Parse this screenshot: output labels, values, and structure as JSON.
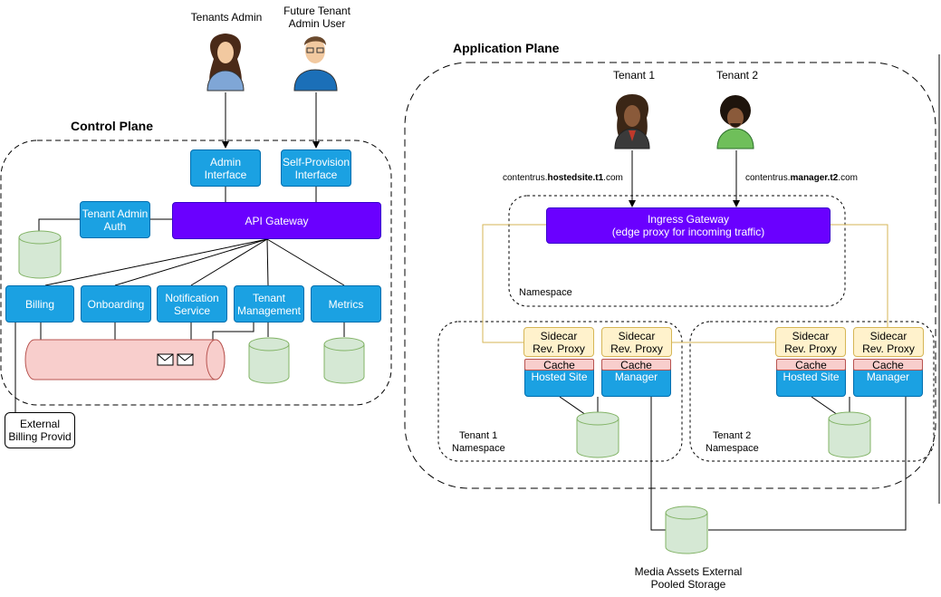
{
  "actors": {
    "tenants_admin": "Tenants Admin",
    "future_admin_line1": "Future Tenant",
    "future_admin_line2": "Admin User",
    "tenant1": "Tenant 1",
    "tenant2": "Tenant 2"
  },
  "control_plane": {
    "title": "Control Plane",
    "admin_interface": [
      "Admin",
      "Interface"
    ],
    "self_provision": [
      "Self-Provision",
      "Interface"
    ],
    "tenant_admin_auth": [
      "Tenant Admin",
      "Auth"
    ],
    "api_gateway": "API Gateway",
    "billing": "Billing",
    "onboarding": "Onboarding",
    "notification": [
      "Notification",
      "Service"
    ],
    "tenant_management": [
      "Tenant",
      "Management"
    ],
    "metrics": "Metrics",
    "external_billing": [
      "External",
      "Billing Provid"
    ]
  },
  "application_plane": {
    "title": "Application Plane",
    "url1_prefix": "contentrus.",
    "url1_bold": "hostedsite.t1",
    "url1_suffix": ".com",
    "url2_prefix": "contentrus.",
    "url2_bold": "manager.t2",
    "url2_suffix": ".com",
    "ingress_line1": "Ingress Gateway",
    "ingress_line2": "(edge proxy for incoming traffic)",
    "namespace": "Namespace",
    "sidecar": [
      "Sidecar",
      "Rev. Proxy"
    ],
    "cache": "Cache",
    "hosted_site": "Hosted Site",
    "manager": "Manager",
    "tenant1_ns": [
      "Tenant 1",
      "Namespace"
    ],
    "tenant2_ns": [
      "Tenant 2",
      "Namespace"
    ],
    "storage": [
      "Media Assets External",
      "Pooled Storage"
    ]
  },
  "colors": {
    "service_blue": "#1ba1e2",
    "gateway_purple": "#6a00ff",
    "sidecar_cream": "#fff2cc",
    "cache_pink": "#f8cecc",
    "db_green": "#d5e8d4",
    "queue_pink": "#f8cecc"
  }
}
